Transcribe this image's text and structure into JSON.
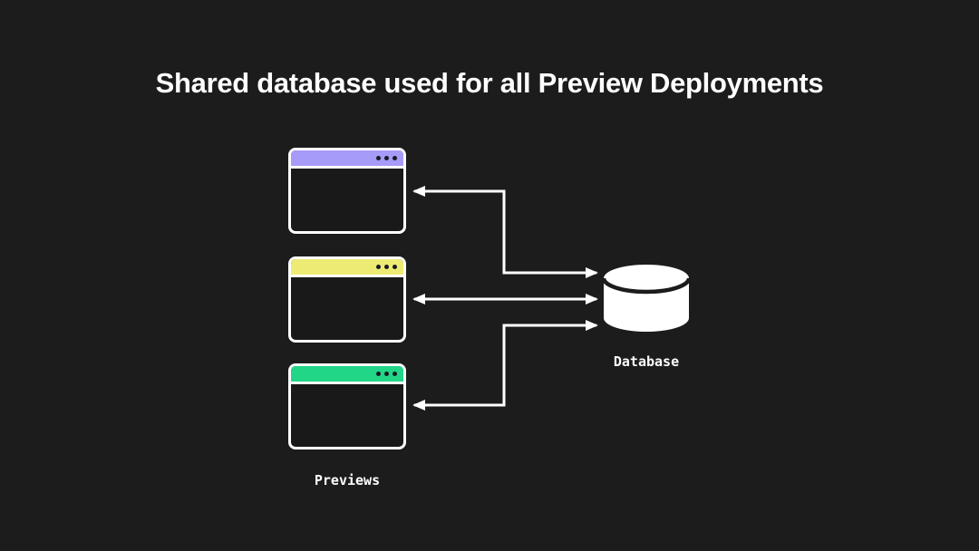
{
  "title": "Shared database used for all Preview Deployments",
  "diagram": {
    "labels": {
      "previews": "Previews",
      "database": "Database"
    },
    "windows": [
      {
        "name": "preview-deployment-1",
        "accent": "#a69bf8"
      },
      {
        "name": "preview-deployment-2",
        "accent": "#edeb74"
      },
      {
        "name": "preview-deployment-3",
        "accent": "#21d687"
      }
    ],
    "database_node": {
      "shape": "cylinder"
    },
    "connections": [
      {
        "from": "preview-deployment-1",
        "to": "database",
        "bidirectional": "true",
        "path": "elbow"
      },
      {
        "from": "preview-deployment-2",
        "to": "database",
        "bidirectional": "true",
        "path": "straight"
      },
      {
        "from": "preview-deployment-3",
        "to": "database",
        "bidirectional": "true",
        "path": "elbow"
      }
    ],
    "colors": {
      "background": "#1c1c1c",
      "foreground": "#ffffff",
      "window_dot": "#191922"
    }
  }
}
